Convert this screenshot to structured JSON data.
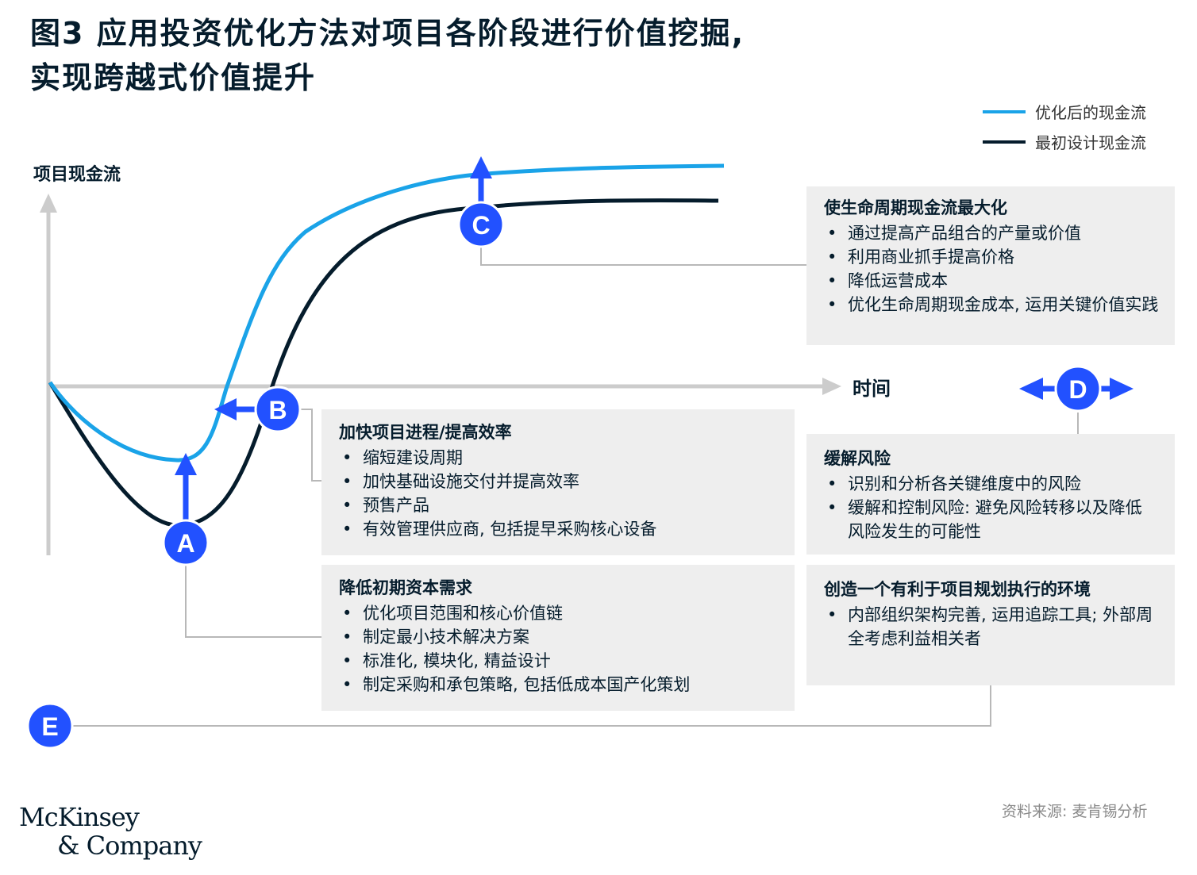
{
  "title": {
    "line1": "图3 应用投资优化方法对项目各阶段进行价值挖掘,",
    "line2": "实现跨越式价值提升"
  },
  "legend": [
    {
      "label": "优化后的现金流",
      "color": "#1aa3e8"
    },
    {
      "label": "最初设计现金流",
      "color": "#051c2c"
    }
  ],
  "axes": {
    "y_label": "项目现金流",
    "x_label": "时间"
  },
  "markers": {
    "a": "A",
    "b": "B",
    "c": "C",
    "d": "D",
    "e": "E",
    "color": "#2251ff"
  },
  "boxes": {
    "c": {
      "heading": "使生命周期现金流最大化",
      "items": [
        "通过提高产品组合的产量或价值",
        "利用商业抓手提高价格",
        "降低运营成本",
        "优化生命周期现金成本, 运用关键价值实践"
      ]
    },
    "b": {
      "heading": "加快项目进程/提高效率",
      "items": [
        "缩短建设周期",
        "加快基础设施交付并提高效率",
        "预售产品",
        "有效管理供应商, 包括提早采购核心设备"
      ]
    },
    "a": {
      "heading": "降低初期资本需求",
      "items": [
        "优化项目范围和核心价值链",
        "制定最小技术解决方案",
        "标准化, 模块化, 精益设计",
        "制定采购和承包策略, 包括低成本国产化策划"
      ]
    },
    "d": {
      "heading": "缓解风险",
      "items": [
        "识别和分析各关键维度中的风险",
        "缓解和控制风险: 避免风险转移以及降低风险发生的可能性"
      ]
    },
    "e": {
      "heading": "创造一个有利于项目规划执行的环境",
      "items": [
        "内部组织架构完善, 运用追踪工具; 外部周全考虑利益相关者"
      ]
    }
  },
  "source": "资料来源: 麦肯锡分析",
  "logo": {
    "line1": "McKinsey",
    "line2": "& Company"
  }
}
